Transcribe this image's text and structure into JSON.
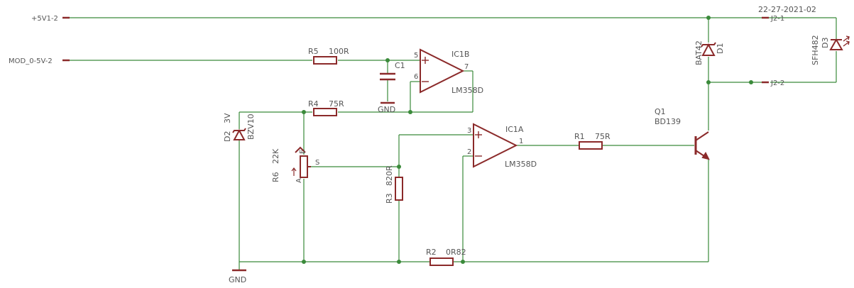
{
  "colors": {
    "wire": "#3a8a3a",
    "part": "#8b2a2a",
    "label": "#555555",
    "junction": "#3a8a3a"
  },
  "title": "22-27-2021-02",
  "nets": {
    "vcc": "+5V1-2",
    "mod": "MOD_0-5V-2",
    "j2_1": "J2-1",
    "j2_2": "J2-2",
    "gnd_c1": "GND",
    "gnd_main": "GND"
  },
  "components": {
    "r5": {
      "name": "R5",
      "value": "100R"
    },
    "r4": {
      "name": "R4",
      "value": "75R"
    },
    "r1": {
      "name": "R1",
      "value": "75R"
    },
    "r2": {
      "name": "R2",
      "value": "0R82"
    },
    "r3": {
      "name": "R3",
      "value": "820R"
    },
    "r6": {
      "name": "R6",
      "value": "22K",
      "pin_a": "A",
      "pin_e": "E",
      "pin_s": "S"
    },
    "c1": {
      "name": "C1"
    },
    "d2": {
      "name": "D2",
      "value": "3V",
      "part": "BZV10"
    },
    "d1": {
      "name": "D1",
      "part": "BAT42"
    },
    "d3": {
      "name": "D3",
      "part": "SFH482"
    },
    "q1": {
      "name": "Q1",
      "part": "BD139"
    },
    "ic1b": {
      "name": "IC1B",
      "part": "LM358D",
      "pin_plus": "5",
      "pin_minus": "6",
      "pin_out": "7"
    },
    "ic1a": {
      "name": "IC1A",
      "part": "LM358D",
      "pin_plus": "3",
      "pin_minus": "2",
      "pin_out": "1"
    }
  }
}
